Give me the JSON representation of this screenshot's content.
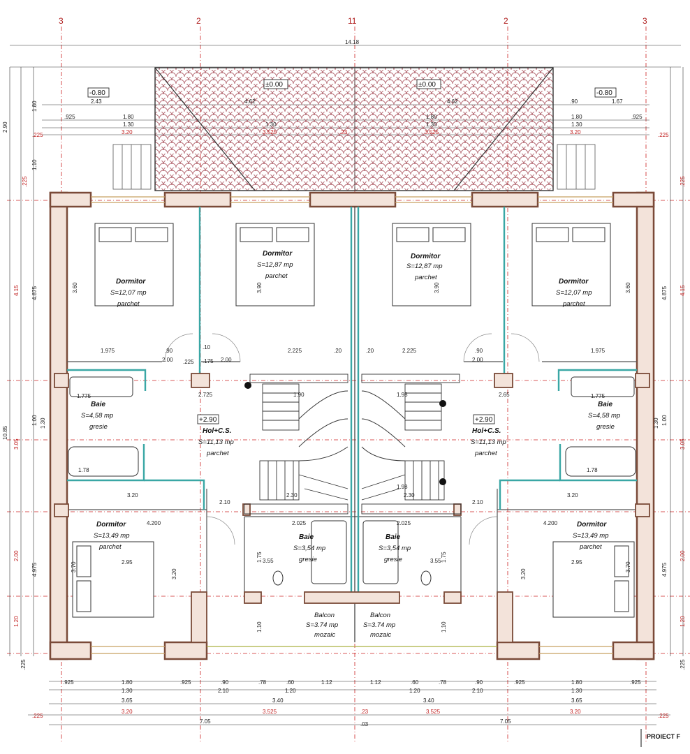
{
  "axes": {
    "top": [
      "3",
      "2",
      "11",
      "2",
      "3"
    ],
    "overall_width": "14.18"
  },
  "levels": {
    "left_terrace": "-0.80",
    "right_terrace": "-0.80",
    "roof_left": "±0.00",
    "roof_right": "±0.00",
    "hall_left": "+2.90",
    "hall_right": "+2.90"
  },
  "rooms": [
    {
      "name": "Dormitor",
      "area": "S=12,07 mp",
      "floor": "parchet"
    },
    {
      "name": "Dormitor",
      "area": "S=12,87 mp",
      "floor": "parchet"
    },
    {
      "name": "Dormitor",
      "area": "S=12,87 mp",
      "floor": "parchet"
    },
    {
      "name": "Dormitor",
      "area": "S=12,07 mp",
      "floor": "parchet"
    },
    {
      "name": "Baie",
      "area": "S=4,58 mp",
      "floor": "gresie"
    },
    {
      "name": "Hol+C.S.",
      "area": "S=11,13 mp",
      "floor": "parchet"
    },
    {
      "name": "Hol+C.S.",
      "area": "S=11,13 mp",
      "floor": "parchet"
    },
    {
      "name": "Baie",
      "area": "S=4,58 mp",
      "floor": "gresie"
    },
    {
      "name": "Dormitor",
      "area": "S=13,49 mp",
      "floor": "parchet"
    },
    {
      "name": "Baie",
      "area": "S=3,54 mp",
      "floor": "gresie"
    },
    {
      "name": "Baie",
      "area": "S=3,54 mp",
      "floor": "gresie"
    },
    {
      "name": "Dormitor",
      "area": "S=13,49 mp",
      "floor": "parchet"
    },
    {
      "name": "Balcon",
      "area": "S=3.74 mp",
      "floor": "mozaic"
    },
    {
      "name": "Balcon",
      "area": "S=3.74 mp",
      "floor": "mozaic"
    }
  ],
  "dims_top": {
    "r1": [
      ".925",
      "1.80",
      "1.80",
      ".90",
      "1.80",
      ".925"
    ],
    "r2": [
      "2.43",
      "4.62",
      "4.62",
      "1.67"
    ],
    "r3": [
      "1.30",
      "1.30",
      "1.30",
      "1.30"
    ],
    "r4": [
      ".225",
      "3.20",
      "3.525",
      ".23",
      "3.525",
      "3.20",
      ".225"
    ]
  },
  "dims_bottom": {
    "b1": [
      ".925",
      "1.80",
      ".925",
      ".90",
      ".78",
      ".60",
      "1.12",
      "1.12",
      ".60",
      ".78",
      ".90",
      ".925",
      "1.80",
      ".925"
    ],
    "b2": [
      "1.30",
      "2.10",
      "1.20",
      "1.20",
      "2.10",
      "1.30"
    ],
    "b3": [
      "3.65",
      "3.40",
      "3.40",
      "3.65"
    ],
    "b4": [
      ".225",
      "3.20",
      "3.525",
      ".23",
      ".03",
      "3.525",
      "3.20",
      ".225"
    ],
    "b5": [
      "7.05",
      "7.05"
    ]
  },
  "dims_left": {
    "outer": [
      "2.90",
      "10.85"
    ],
    "mid": [
      ".225",
      "4.15",
      "3.05",
      "2.00",
      "1.20",
      ".225"
    ],
    "inner": [
      "1.80",
      "1.10",
      "4.875",
      "1.00",
      "1.30",
      "4.975"
    ]
  },
  "dims_right": {
    "mid": [
      ".225",
      "4.15",
      "3.05",
      "2.00",
      "1.20",
      ".225"
    ],
    "inner": [
      "4.875",
      "1.00",
      "1.30",
      "4.975"
    ]
  },
  "dims_inner": [
    "1.975",
    ".90",
    "2.00",
    ".225",
    ".10",
    ".175",
    "2.00",
    "2.225",
    ".20",
    ".20",
    "2.225",
    "2.00",
    ".90",
    "1.975",
    "1.775",
    "1.775",
    "1.78",
    "1.78",
    "3.20",
    "3.20",
    "4.200",
    "4.200",
    "2.95",
    "2.95",
    "2.025",
    "2.025",
    "2.10",
    "2.10",
    "2.30",
    "2.30",
    "1.90",
    "1.98",
    "1.98",
    "3.90",
    "3.60",
    "3.60",
    "3.90",
    "3.70",
    "3.70",
    "3.20",
    "3.20",
    "1.75",
    "3.55",
    "3.55",
    "1.75",
    "1.10",
    "1.10",
    "2.725",
    "2.65"
  ],
  "footer": {
    "label": "PROIECT F"
  },
  "colors": {
    "wall": "#7a4a38",
    "wall_fill": "#f3e3da",
    "roof_tile": "#b0606a",
    "axis": "#cc2222",
    "glass": "#3aa7a5",
    "dim": "#222222"
  }
}
